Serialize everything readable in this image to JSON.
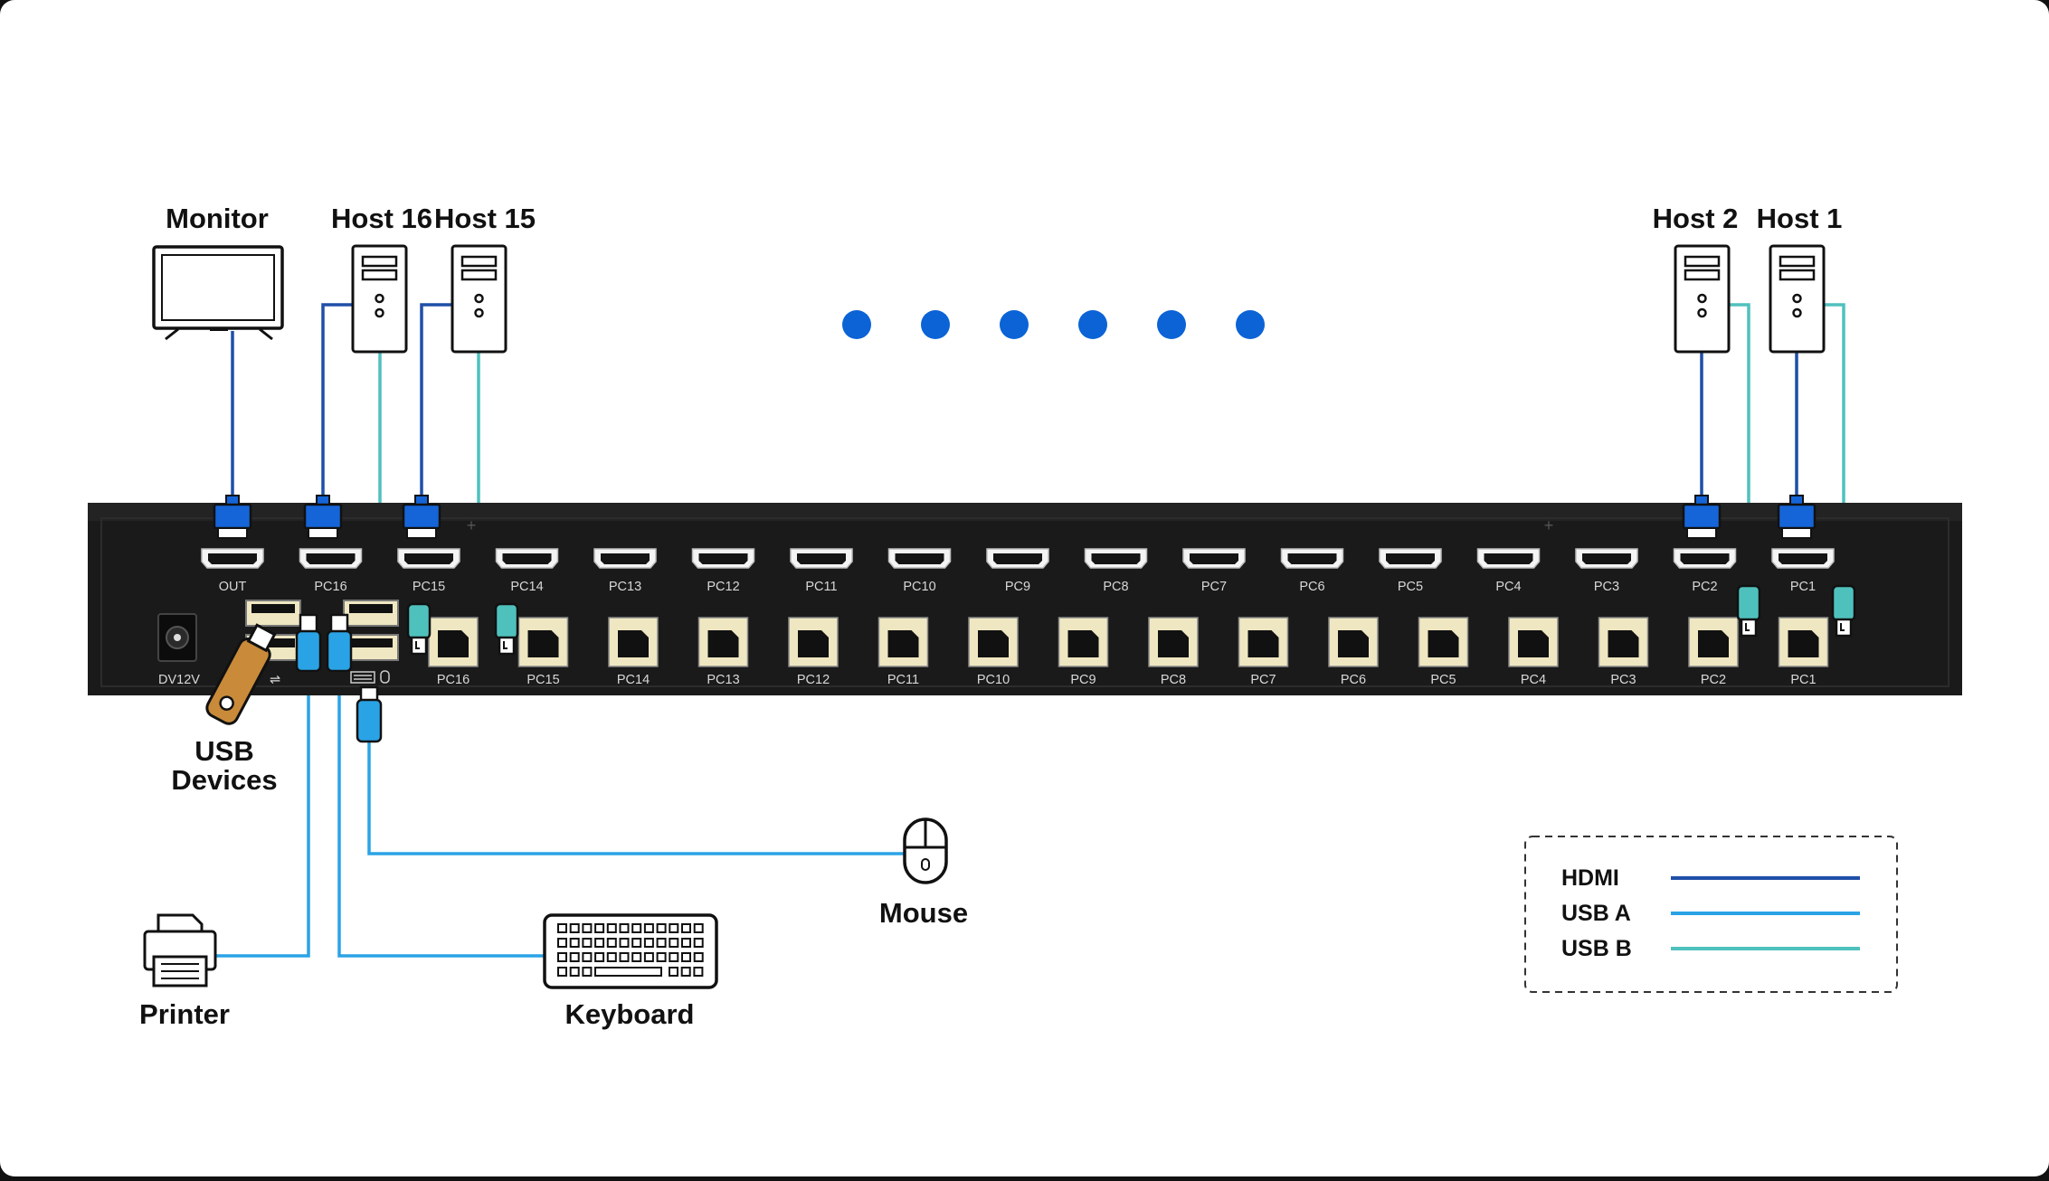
{
  "devices": {
    "monitor": "Monitor",
    "host16": "Host 16",
    "host15": "Host 15",
    "host2": "Host 2",
    "host1": "Host 1",
    "usb_devices": [
      "USB",
      "Devices"
    ],
    "printer": "Printer",
    "keyboard": "Keyboard",
    "mouse": "Mouse"
  },
  "kvm": {
    "hdmi_out_label": "OUT",
    "hdmi_port_labels": [
      "PC16",
      "PC15",
      "PC14",
      "PC13",
      "PC12",
      "PC11",
      "PC10",
      "PC9",
      "PC8",
      "PC7",
      "PC6",
      "PC5",
      "PC4",
      "PC3",
      "PC2",
      "PC1"
    ],
    "usb_port_labels": [
      "PC16",
      "PC15",
      "PC14",
      "PC13",
      "PC12",
      "PC11",
      "PC10",
      "PC9",
      "PC8",
      "PC7",
      "PC6",
      "PC5",
      "PC4",
      "PC3",
      "PC2",
      "PC1"
    ],
    "power_label": "DV12V",
    "usb_symbol": "⇌"
  },
  "ellipsis_dot_count": 6,
  "legend": [
    {
      "label": "HDMI",
      "color": "#1f4fa8"
    },
    {
      "label": "USB A",
      "color": "#2aa3e6"
    },
    {
      "label": "USB B",
      "color": "#4fc1bd"
    }
  ],
  "colors": {
    "hdmi": "#1f4fa8",
    "usb_a": "#2aa3e6",
    "usb_b": "#4fc1bd",
    "connector_blue": "#1565d8",
    "dots": "#0b63d6",
    "panel": "#1a1a1a",
    "usb_port_fill": "#efe7c2"
  }
}
